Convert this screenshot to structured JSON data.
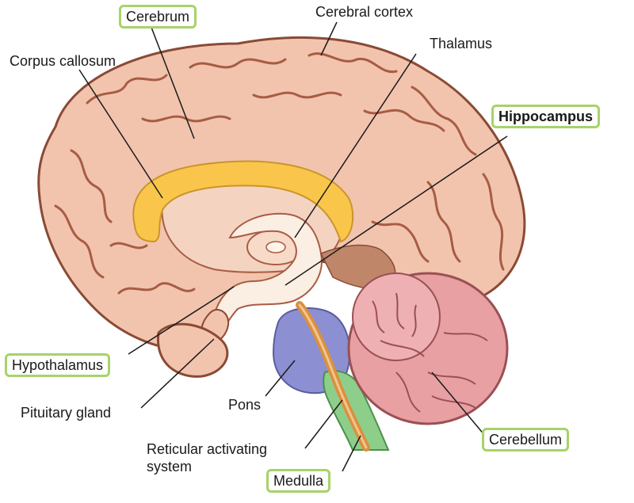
{
  "labels": {
    "cerebrum": "Cerebrum",
    "cerebral_cortex": "Cerebral cortex",
    "corpus_callosum": "Corpus callosum",
    "thalamus": "Thalamus",
    "hippocampus": "Hippocampus",
    "hypothalamus": "Hypothalamus",
    "pituitary_gland": "Pituitary gland",
    "pons": "Pons",
    "reticular_line1": "Reticular activating",
    "reticular_line2": "system",
    "cerebellum": "Cerebellum",
    "medulla": "Medulla"
  },
  "colors": {
    "highlight_border": "#a6d36a",
    "brain_tissue": "#f2c4ad",
    "corpus_callosum": "#f9c64b",
    "pons": "#8c8fd1",
    "medulla": "#8dcf8a",
    "cerebellum": "#e8a0a3",
    "reticular": "#d99040"
  }
}
